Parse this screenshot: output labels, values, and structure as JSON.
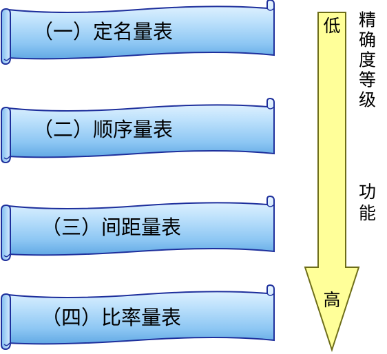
{
  "scale_types": [
    {
      "label": "（一）定名量表"
    },
    {
      "label": "（二）顺序量表"
    },
    {
      "label": "（三）间距量表"
    },
    {
      "label": "（四）比率量表"
    }
  ],
  "arrow": {
    "top_label": "低",
    "bottom_label": "高"
  },
  "side_labels": {
    "precision": "精确度等级",
    "function": "功能"
  },
  "colors": {
    "scroll_light": "#e6f4ff",
    "scroll_mid": "#a8d8fb",
    "scroll_dark": "#5fa8e6",
    "scroll_outline": "#1e2f9c",
    "arrow_fill": "#ffff99",
    "arrow_outline": "#6d6d18"
  }
}
